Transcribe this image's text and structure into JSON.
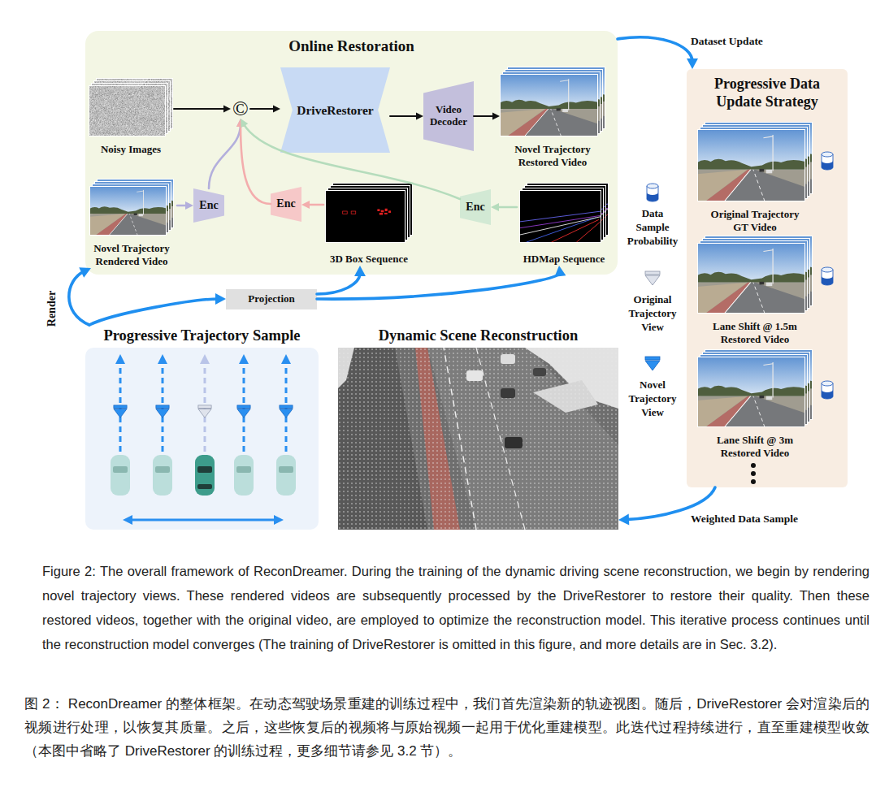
{
  "diagram": {
    "caption": "Figure 2: The overall framework of ReconDreamer. During the training of the dynamic driving scene reconstruction, we begin by rendering novel trajectory views. These rendered videos are subsequently processed by the DriveRestorer to restore their quality. Then these restored videos, together with the original video, are employed to optimize the reconstruction model. This iterative process continues until the reconstruction model converges (The training of DriveRestorer is omitted in this figure, and more details are in Sec. 3.2).",
    "nodes": [
      {
        "text": [
          "Online Restoration"
        ]
      },
      {
        "text": [
          "Noisy Images"
        ],
        "in": 0
      },
      {
        "text": [
          "©"
        ],
        "in": 0
      },
      {
        "text": [
          "DriveRestorer"
        ],
        "in": 0
      },
      {
        "text": [
          "Video Decoder"
        ],
        "in": 0
      },
      {
        "text": [
          "Novel Trajectory Restored Video"
        ],
        "in": 0
      },
      {
        "text": [
          "Novel Trajectory Rendered Video"
        ],
        "in": 0
      },
      {
        "text": [
          "Enc"
        ],
        "in": 0
      },
      {
        "text": [
          "Enc"
        ],
        "in": 0
      },
      {
        "text": [
          "3D Box Sequence"
        ],
        "in": 0
      },
      {
        "text": [
          "Enc"
        ],
        "in": 0
      },
      {
        "text": [
          "HDMap Sequence"
        ],
        "in": 0
      },
      {
        "text": [
          "Projection"
        ]
      },
      {
        "text": [
          "Progressive Trajectory Sample"
        ]
      },
      {
        "text": [
          "Dynamic Scene Reconstruction"
        ]
      },
      {
        "text": [
          "Progressive Data Update Strategy"
        ]
      },
      {
        "text": [
          "Original Trajectory GT Video"
        ],
        "in": 15
      },
      {
        "text": [
          "Lane Shift @ 1.5m Restored Video"
        ],
        "in": 15
      },
      {
        "text": [
          "Lane Shift @ 3m Restored Video"
        ],
        "in": 15
      }
    ],
    "edges": [
      {
        "from": 1,
        "to": 2,
        "arrow": "to"
      },
      {
        "from": 7,
        "to": 2,
        "arrow": "to"
      },
      {
        "from": 8,
        "to": 2,
        "arrow": "to"
      },
      {
        "from": 10,
        "to": 2,
        "arrow": "to"
      },
      {
        "from": 2,
        "to": 3,
        "arrow": "to"
      },
      {
        "from": 3,
        "to": 4,
        "arrow": "to"
      },
      {
        "from": 4,
        "to": 5,
        "arrow": "to"
      },
      {
        "from": 6,
        "to": 7,
        "arrow": "to"
      },
      {
        "from": 9,
        "to": 8,
        "arrow": "to"
      },
      {
        "from": 11,
        "to": 10,
        "arrow": "to"
      },
      {
        "from": 13,
        "to": 6,
        "arrow": "to",
        "label": "Render"
      },
      {
        "from": 13,
        "to": 12,
        "arrow": "to"
      },
      {
        "from": 12,
        "to": 9,
        "arrow": "to"
      },
      {
        "from": 12,
        "to": 11,
        "arrow": "to"
      },
      {
        "from": 0,
        "to": 15,
        "arrow": "to",
        "label": "Dataset Update"
      },
      {
        "from": 15,
        "to": 14,
        "arrow": "to",
        "label": "Weighted Data Sample"
      }
    ],
    "labels": [
      "图 2： ReconDreamer 的整体框架。在动态驾驶场景重建的训练过程中，我们首先渲染新的轨迹视图。随后，DriveRestorer 会对渲染后的视频进行处理，以恢复其质量。之后，这些恢复后的视频将与原始视频一起用于优化重建模型。此迭代过程持续进行，直至重建模型收敛（本图中省略了 DriveRestorer 的训练过程，更多细节请参见 3.2 节）。"
    ],
    "legend": [
      {
        "text": "Data Sample Probability"
      },
      {
        "text": "Original Trajectory View"
      },
      {
        "text": "Novel Trajectory View"
      }
    ]
  }
}
